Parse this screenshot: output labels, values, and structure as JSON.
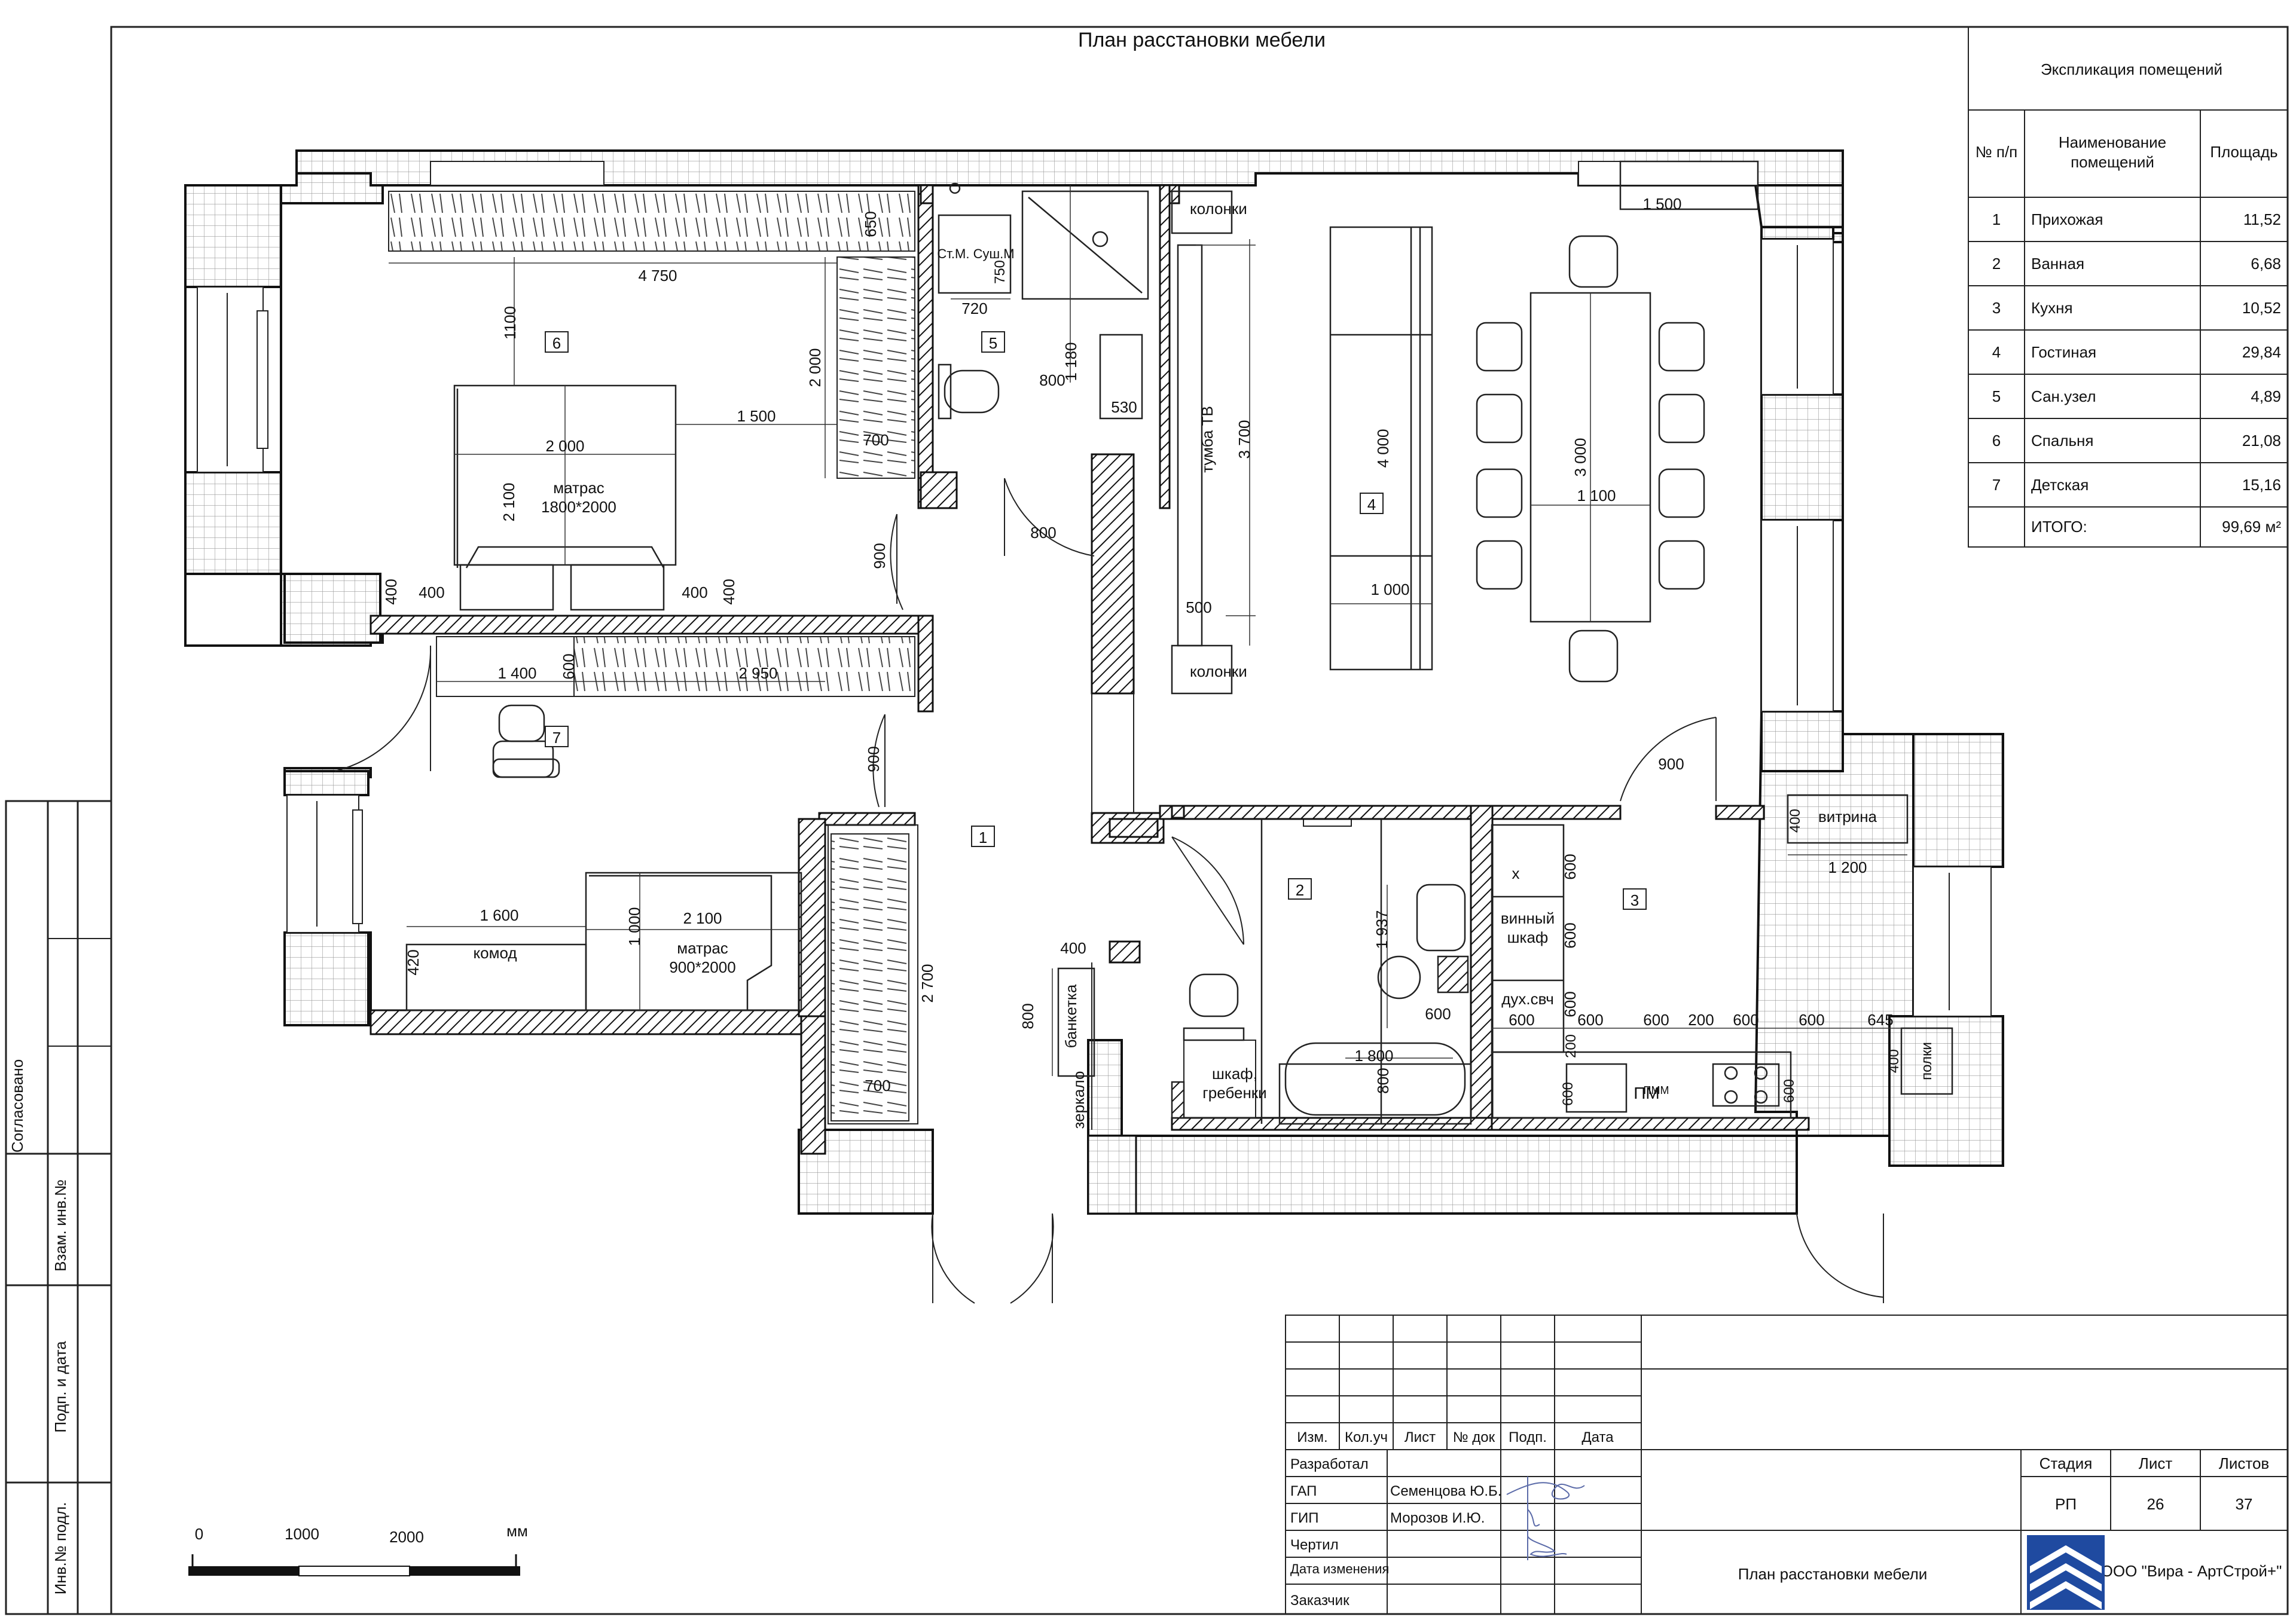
{
  "sheet_title": "План расстановки мебели",
  "explication": {
    "title": "Экспликация помещений",
    "col_num": "№ п/п",
    "col_name_1": "Наименование",
    "col_name_2": "помещений",
    "col_area": "Площадь",
    "rows": [
      {
        "num": "1",
        "name": "Прихожая",
        "area": "11,52"
      },
      {
        "num": "2",
        "name": "Ванная",
        "area": "6,68"
      },
      {
        "num": "3",
        "name": "Кухня",
        "area": "10,52"
      },
      {
        "num": "4",
        "name": "Гостиная",
        "area": "29,84"
      },
      {
        "num": "5",
        "name": "Сан.узел",
        "area": "4,89"
      },
      {
        "num": "6",
        "name": "Спальня",
        "area": "21,08"
      },
      {
        "num": "7",
        "name": "Детская",
        "area": "15,16"
      }
    ],
    "total_label": "ИТОГО:",
    "total_area": "99,69 м²"
  },
  "side_stamp": {
    "agreed": "Согласовано",
    "replace_inv": "Взам. инв.№",
    "sign_date": "Подп. и дата",
    "inv_orig": "Инв.№ подл."
  },
  "title_block": {
    "hdr_izm": "Изм.",
    "hdr_kol": "Кол.уч",
    "hdr_list": "Лист",
    "hdr_doc": "№ док",
    "hdr_sign": "Подп.",
    "hdr_date": "Дата",
    "role_developed": "Разработал",
    "role_gap": "ГАП",
    "role_gip": "ГИП",
    "role_drew": "Чертил",
    "role_changed": "Дата изменения",
    "role_client": "Заказчик",
    "name_gap": "Семенцова Ю.Б.",
    "name_gip": "Морозов И.Ю.",
    "drawing_name": "План расстановки мебели",
    "stage_label": "Стадия",
    "sheet_label": "Лист",
    "sheets_label": "Листов",
    "stage": "РП",
    "sheet": "26",
    "sheets": "37",
    "company": "ООО \"Вира - АртСтрой+\""
  },
  "scale_bar": {
    "t0": "0",
    "t1": "1000",
    "t2": "2000",
    "unit": "мм"
  },
  "room_numbers": [
    "1",
    "2",
    "3",
    "4",
    "5",
    "6",
    "7"
  ],
  "labels": {
    "bed_big": [
      "матрас",
      "1800*2000"
    ],
    "bed_small": [
      "матрас",
      "900*2000"
    ],
    "dresser": "комод",
    "washer": "Ст.М. Суш.М",
    "speakers_top": "колонки",
    "speakers_bottom": "колонки",
    "tv_stand": "тумба ТВ",
    "showcase": "витрина",
    "wine_1": "винный",
    "wine_2": "шкаф",
    "oven": "дух.свч",
    "x_mark": "х",
    "bench": "банкетка",
    "mirror": "зеркало",
    "cabinet_1": "шкаф,",
    "cabinet_2": "гребенки",
    "shelves": "полки",
    "pm": "ПМ",
    "pmm": "ПММ"
  },
  "dims": {
    "d4750": "4 750",
    "d650": "650",
    "d1100a": "1100",
    "d2000v": "2 000",
    "d1500a": "1 500",
    "d2000h": "2 000",
    "d2100v": "2 100",
    "d700a": "700",
    "d400a": "400",
    "d400b": "400",
    "d400c": "400",
    "d400d": "400",
    "d900a": "900",
    "d750": "750",
    "d720": "720",
    "d1180": "1 180",
    "d800a": "800",
    "d530": "530",
    "d800b": "800",
    "d3700": "3 700",
    "d500": "500",
    "d4000": "4 000",
    "d1000a": "1 000",
    "d3000": "3 000",
    "d1100b": "1 100",
    "d1500b": "1 500",
    "d1400": "1 400",
    "d600a": "600",
    "d2950": "2 950",
    "d900b": "900",
    "d1600": "1 600",
    "d1000b": "1 000",
    "d2100h": "2 100",
    "d420": "420",
    "d2700": "2 700",
    "d700b": "700",
    "d400e": "400",
    "d800c": "800",
    "d1937": "1 937",
    "d600b": "600",
    "d1800": "1 800",
    "d800d": "800",
    "d900c": "900",
    "d400f": "400",
    "d1200": "1 200",
    "k600_1": "600",
    "k600_2": "600",
    "k600_3": "600",
    "k600_4": "600",
    "k600_5": "600",
    "k600_6": "600",
    "k200_1": "200",
    "k600_7": "600",
    "k600_8": "600",
    "k645": "645",
    "k200_2": "200",
    "k600_9": "600",
    "k600_10": "600",
    "k400": "400"
  }
}
